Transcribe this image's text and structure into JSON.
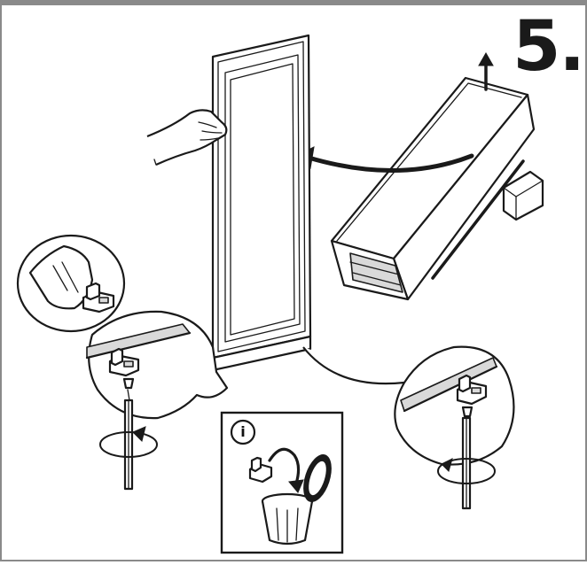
{
  "step": {
    "number": "5."
  },
  "info_box": {
    "symbol": "i"
  },
  "icons": {
    "step_label": "step-number",
    "door": "refrigerator-door-icon",
    "appliance": "refrigerator-body-icon",
    "hand": "hand-holding-door-icon",
    "move_arrow": "curved-arrow-icon",
    "lift_arrow": "arrow-up-icon",
    "bag": "parts-bag-icon",
    "hinge": "hinge-bracket-icon",
    "screwdriver": "screwdriver-icon",
    "rotation": "rotation-arrow-icon",
    "info": "info-icon",
    "trash": "trash-bin-icon"
  },
  "colors": {
    "border": "#8a8a8a",
    "ink": "#1a1a1a",
    "fill_light": "#d9d9d9",
    "background": "#ffffff"
  }
}
